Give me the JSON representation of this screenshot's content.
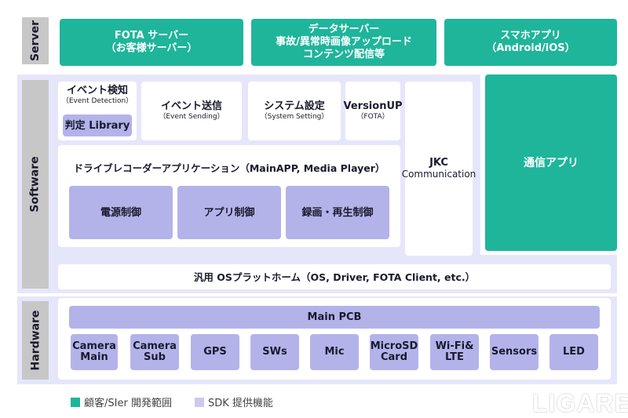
{
  "server": {
    "label": "Server",
    "boxes": [
      {
        "line1": "FOTA サーバー",
        "line2": "（お客様サーバー）"
      },
      {
        "line1": "データサーバー",
        "line2": "事故/異常時画像アップロード",
        "line3": "コンテンツ配信等"
      },
      {
        "line1": "スマホアプリ",
        "line2": "（Android/iOS）"
      }
    ]
  },
  "software": {
    "label": "Software",
    "event_detection": {
      "title": "イベント検知",
      "sub": "（Event Detection）",
      "library": "判定 Library"
    },
    "event_sending": {
      "title": "イベント送信",
      "sub": "（Event Sending）"
    },
    "system_setting": {
      "title": "システム設定",
      "sub": "（System Setting）"
    },
    "version_up": {
      "title": "VersionUP",
      "sub": "（FOTA）"
    },
    "main_app": {
      "title": "ドライブレコーダーアプリケーション（MainAPP, Media Player）",
      "modules": [
        "電源制御",
        "アプリ制御",
        "録画・再生制御"
      ]
    },
    "jkc": {
      "line1": "JKC",
      "line2": "Communication"
    },
    "comm_app": "通信アプリ",
    "os_platform": "汎用 OSプラットホーム（OS, Driver, FOTA Client, etc.）"
  },
  "hardware": {
    "label": "Hardware",
    "main_pcb": "Main PCB",
    "components": [
      {
        "line1": "Camera",
        "line2": "Main"
      },
      {
        "line1": "Camera",
        "line2": "Sub"
      },
      {
        "line1": "GPS",
        "line2": ""
      },
      {
        "line1": "SWs",
        "line2": ""
      },
      {
        "line1": "Mic",
        "line2": ""
      },
      {
        "line1": "MicroSD",
        "line2": "Card"
      },
      {
        "line1": "Wi-Fi&",
        "line2": "LTE"
      },
      {
        "line1": "Sensors",
        "line2": ""
      },
      {
        "line1": "LED",
        "line2": ""
      }
    ]
  },
  "legend": {
    "customer": "顧客/SIer 開発範囲",
    "sdk": "SDK 提供機能"
  },
  "logo": "LIGARE",
  "colors": {
    "teal": "#1fb59b",
    "lavender": "#e6e6fb",
    "lavender_mid": "#b3b3ea",
    "gray": "#c7c7c7"
  }
}
